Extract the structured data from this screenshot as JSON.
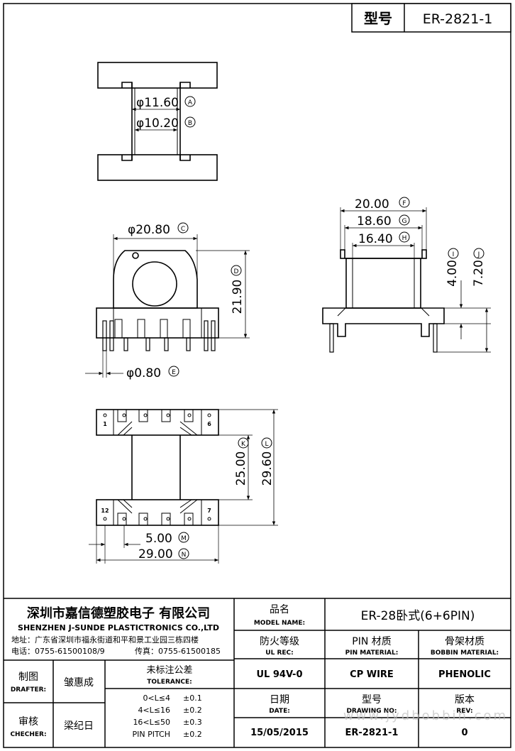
{
  "header": {
    "label": "型号",
    "value": "ER-2821-1"
  },
  "dimensions": {
    "A": {
      "value": "φ11.60",
      "tag": "A"
    },
    "B": {
      "value": "φ10.20",
      "tag": "B"
    },
    "C": {
      "value": "φ20.80",
      "tag": "C"
    },
    "D": {
      "value": "21.90",
      "tag": "D"
    },
    "E": {
      "value": "φ0.80",
      "tag": "E"
    },
    "F": {
      "value": "20.00",
      "tag": "F"
    },
    "G": {
      "value": "18.60",
      "tag": "G"
    },
    "H": {
      "value": "16.40",
      "tag": "H"
    },
    "I": {
      "value": "4.00",
      "tag": "I"
    },
    "J": {
      "value": "7.20",
      "tag": "J"
    },
    "K": {
      "value": "25.00",
      "tag": "K"
    },
    "L": {
      "value": "29.60",
      "tag": "L"
    },
    "M": {
      "value": "5.00",
      "tag": "M"
    },
    "N": {
      "value": "29.00",
      "tag": "N"
    }
  },
  "pin_labels": {
    "top_left": "1",
    "top_right": "6",
    "bottom_left": "12",
    "bottom_right": "7"
  },
  "company": {
    "name_cn": "深圳市嘉信德塑胶电子 有限公司",
    "name_en": "SHENZHEN J-SUNDE PLASTICTRONICS CO.,LTD",
    "address": "地址：广东省深圳市福永街道和平和景工业园三栋四楼",
    "phone": "电话：0755-61500108/9",
    "fax": "传真：0755-61500185"
  },
  "people": {
    "drafter_cn": "制图",
    "drafter_en": "DRAFTER:",
    "drafter_name": "皱惠成",
    "checker_cn": "审核",
    "checker_en": "CHECHER:",
    "checker_name": "梁纪日"
  },
  "tolerance": {
    "title_cn": "未标注公差",
    "title_en": "TOLERANCE:",
    "rows": [
      {
        "range": "0<L≤4",
        "tol": "±0.1"
      },
      {
        "range": "4<L≤16",
        "tol": "±0.2"
      },
      {
        "range": "16<L≤50",
        "tol": "±0.3"
      },
      {
        "range": "PIN PITCH",
        "tol": "±0.2"
      }
    ]
  },
  "fields": {
    "model_name": {
      "cn": "品名",
      "en": "MODEL NAME:",
      "value": "ER-28卧式(6+6PIN)"
    },
    "ul_rec": {
      "cn": "防火等级",
      "en": "UL REC:",
      "value": "UL 94V-0"
    },
    "pin_material": {
      "cn": "PIN 材质",
      "en": "PIN MATERIAL:",
      "value": "CP WIRE"
    },
    "bobbin_material": {
      "cn": "骨架材质",
      "en": "BOBBIN MATERIAL:",
      "value": "PHENOLIC"
    },
    "date": {
      "cn": "日期",
      "en": "DATE:",
      "value": "15/05/2015"
    },
    "drawing_no": {
      "cn": "型号",
      "en": "DRAWING NO:",
      "value": "ER-2821-1"
    },
    "rev": {
      "cn": "版本",
      "en": "REV:",
      "value": "0"
    }
  },
  "watermark": "www.jydbobbin.com"
}
